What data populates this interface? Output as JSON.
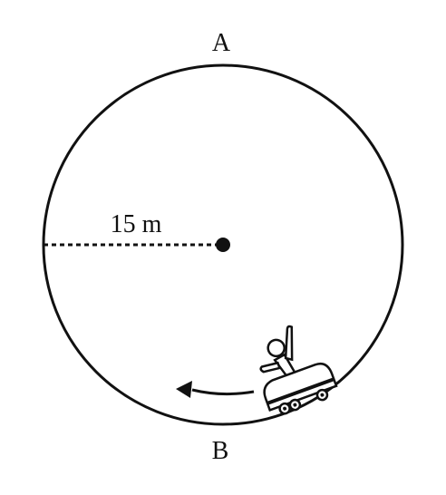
{
  "labels": {
    "top_point": "A",
    "bottom_point": "B",
    "radius": "15 m"
  },
  "icons": {
    "rider": "roller-coaster-rider-icon",
    "direction": "curved-arrow-left-icon"
  },
  "colors": {
    "ink": "#111111",
    "background": "#ffffff"
  }
}
